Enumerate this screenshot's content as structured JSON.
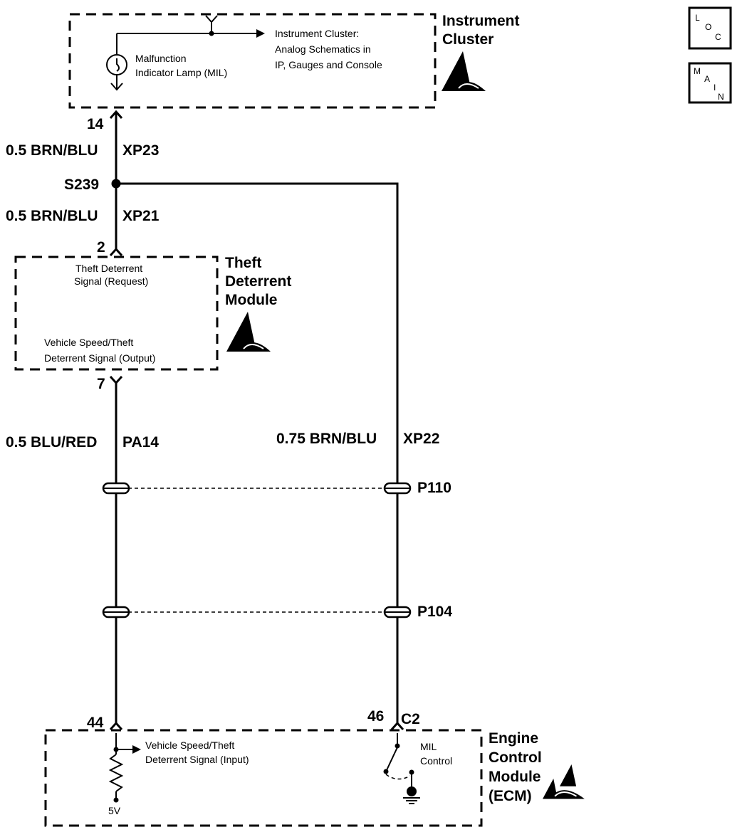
{
  "components": {
    "instrument_cluster": {
      "name": "Instrument Cluster",
      "lamp_label_line1": "Malfunction",
      "lamp_label_line2": "Indicator  Lamp (MIL)",
      "ref_line1": "Instrument Cluster:",
      "ref_line2": "Analog Schematics in",
      "ref_line3": "IP, Gauges and Console"
    },
    "theft_deterrent_module": {
      "name_line1": "Theft",
      "name_line2": "Deterrent",
      "name_line3": "Module",
      "request_line1": "Theft  Deterrent",
      "request_line2": "Signal (Request)",
      "output_line1": "Vehicle Speed/Theft",
      "output_line2": "Deterrent Signal (Output)"
    },
    "ecm": {
      "name_line1": "Engine",
      "name_line2": "Control",
      "name_line3": "Module",
      "name_line4": "(ECM)",
      "input_line1": "Vehicle Speed/Theft",
      "input_line2": "Deterrent Signal (Input)",
      "mil_line1": "MIL",
      "mil_line2": "Control",
      "voltage": "5V",
      "connector": "C2"
    }
  },
  "pins": {
    "ic_pin": "14",
    "tdm_request_pin": "2",
    "tdm_output_pin": "7",
    "ecm_input_pin": "44",
    "ecm_mil_pin": "46"
  },
  "wires": {
    "w1_gauge_color": "0.5 BRN/BLU",
    "w1_circuit": "XP23",
    "w2_gauge_color": "0.5 BRN/BLU",
    "w2_circuit": "XP21",
    "w3_gauge_color": "0.5 BLU/RED",
    "w3_circuit": "PA14",
    "w4_gauge_color": "0.75 BRN/BLU",
    "w4_circuit": "XP22"
  },
  "splice": "S239",
  "pass_throughs": {
    "upper": "P110",
    "lower": "P104"
  },
  "nav": {
    "loc": {
      "l1": "L",
      "l2": "O",
      "l3": "C"
    },
    "main": {
      "l1": "M",
      "l2": "A",
      "l3": "I",
      "l4": "N"
    }
  }
}
